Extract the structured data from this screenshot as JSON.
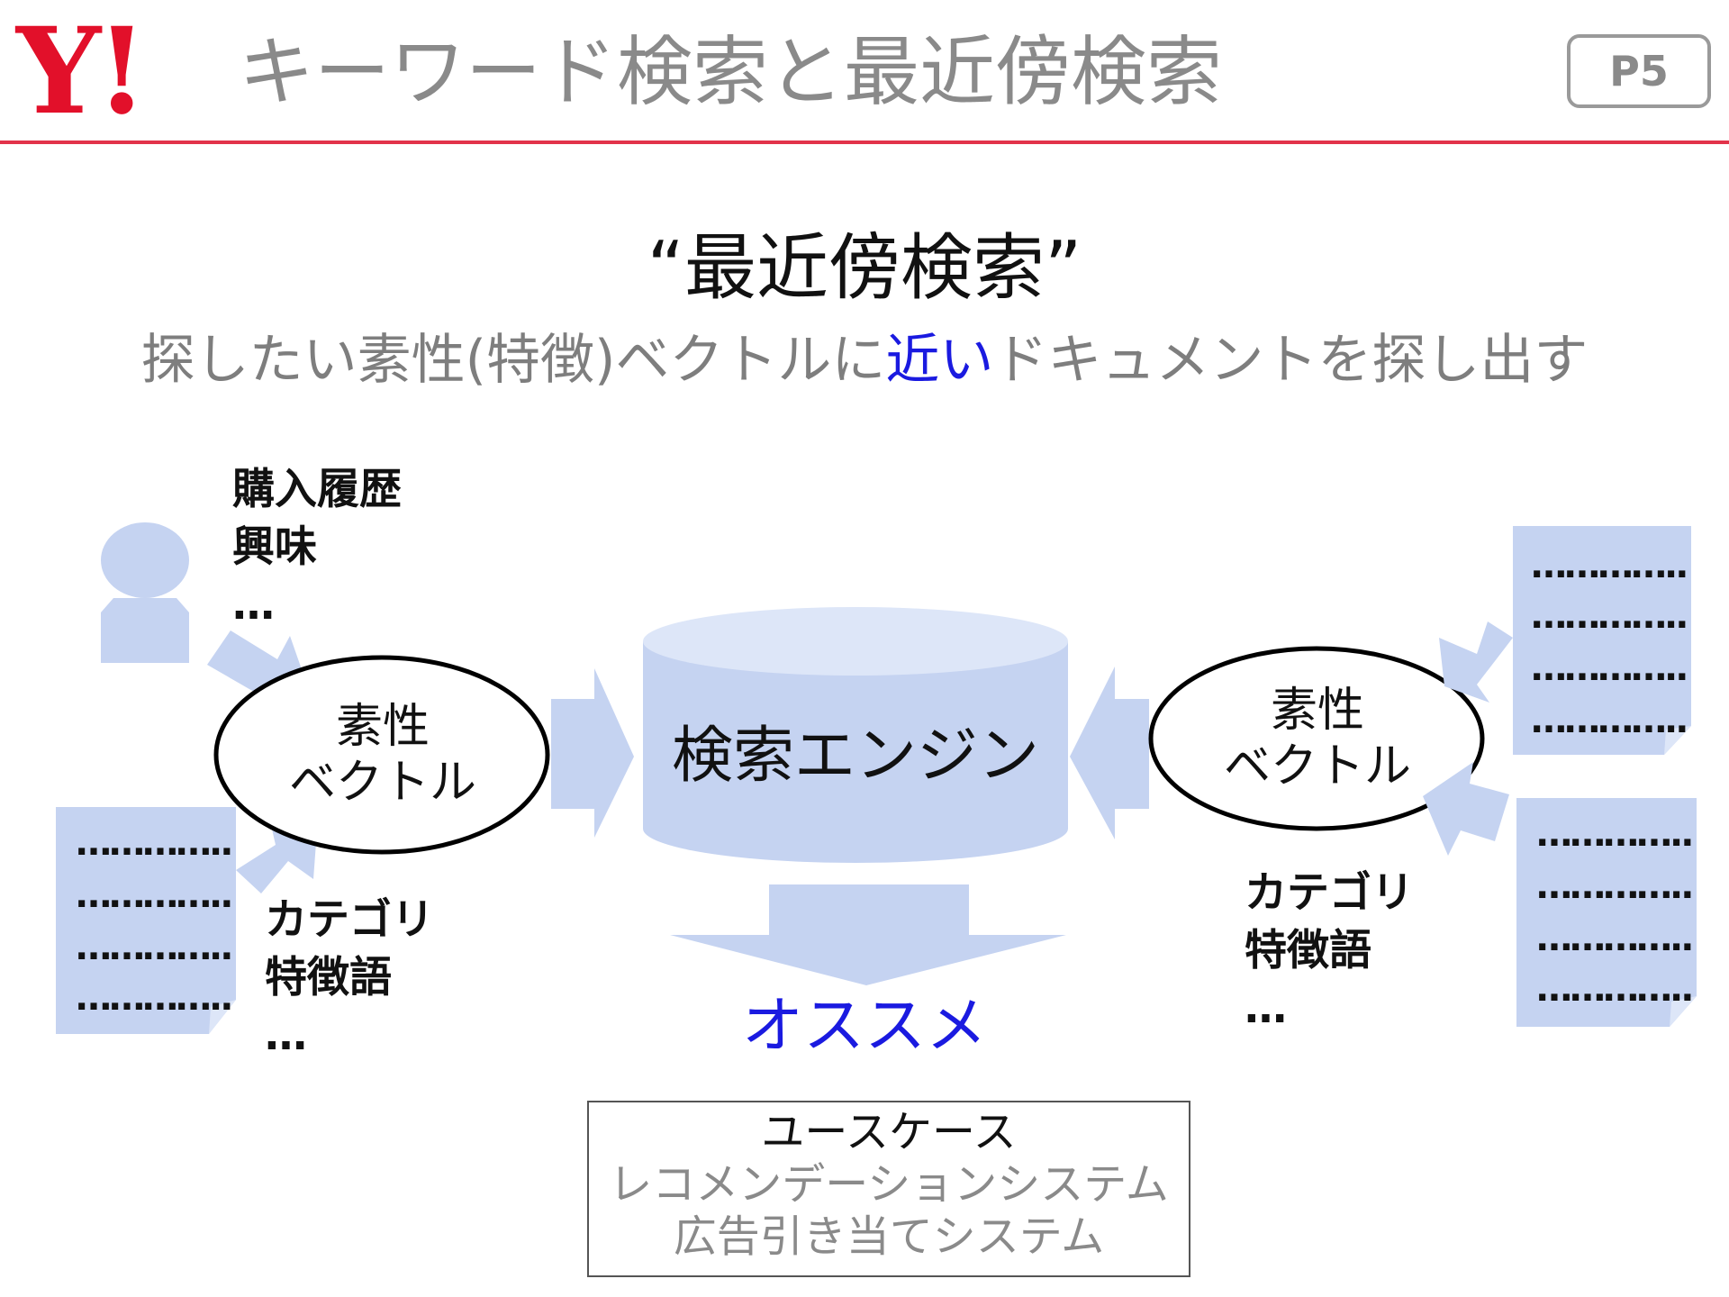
{
  "header": {
    "logo_text": "Y!",
    "title": "キーワード検索と最近傍検索",
    "page_label": "P5",
    "accent_color": "#e2334a",
    "logo_color": "#e2102a"
  },
  "heading": "“最近傍検索”",
  "subtitle": {
    "before": "探したい素性(特徴)ベクトルに",
    "highlight": "近い",
    "after": "ドキュメントを探し出す",
    "highlight_color": "#1a1ae0"
  },
  "left": {
    "user_label": "購入履歴\n興味\n…",
    "doc_label": "カテゴリ\n特徴語\n…",
    "ellipse_label": "素性\nベクトル",
    "doc_lines": [
      "…………..",
      "…………..",
      "…………..",
      "………….."
    ]
  },
  "right": {
    "doc_label": "カテゴリ\n特徴語\n…",
    "ellipse_label": "素性\nベクトル",
    "doc_top_lines": [
      "…………..",
      "…………..",
      "…………..",
      "………….."
    ],
    "doc_bottom_lines": [
      "…………..",
      "…………..",
      "…………..",
      "………….."
    ]
  },
  "engine_label": "検索エンジン",
  "output_label": "オススメ",
  "usecase": {
    "title": "ユースケース",
    "items": [
      "レコメンデーションシステム",
      "広告引き当てシステム"
    ]
  },
  "colors": {
    "shape_fill": "#c5d3f1",
    "shape_fill_light": "#dde6f8"
  }
}
